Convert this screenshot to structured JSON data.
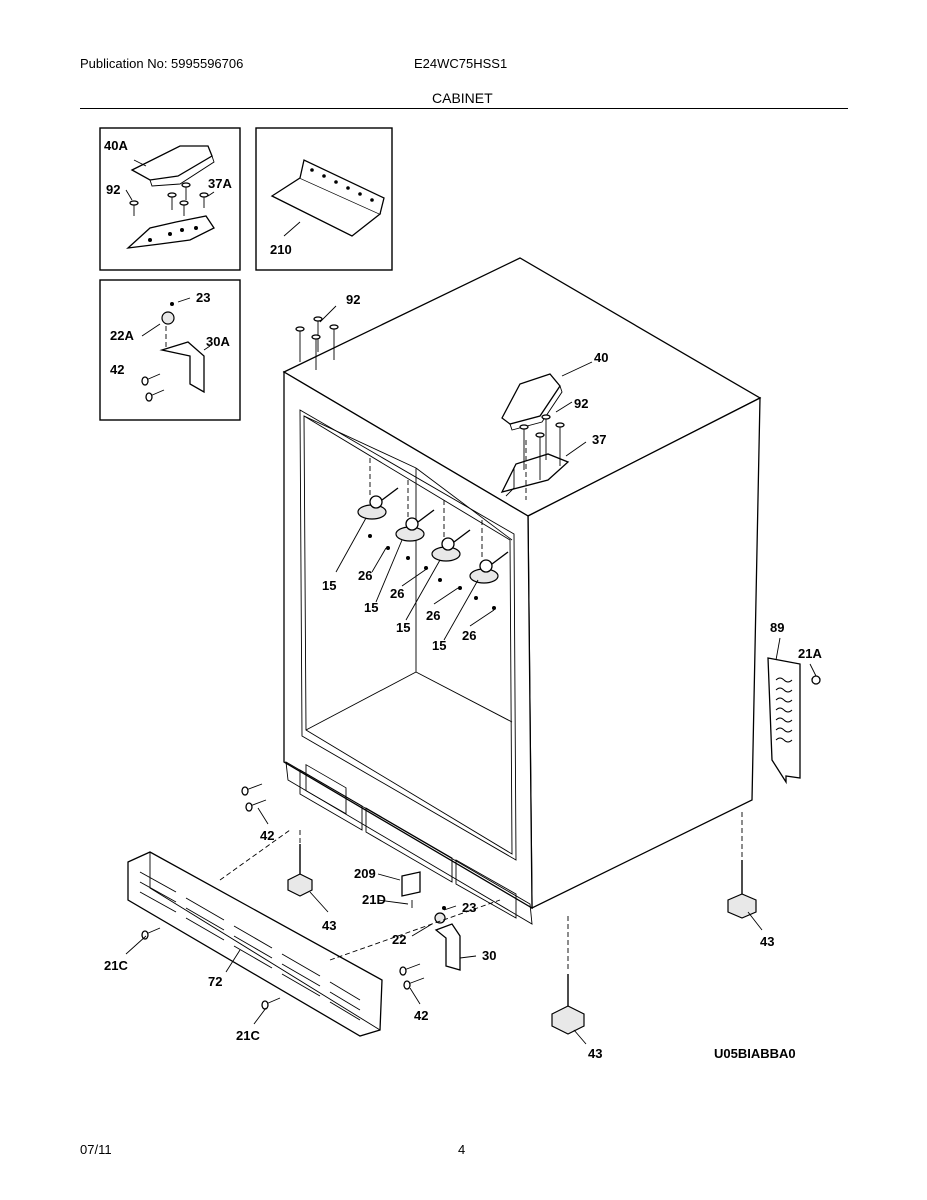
{
  "header": {
    "publication": "Publication No: 5995596706",
    "model": "E24WC75HSS1",
    "section_title": "CABINET"
  },
  "footer": {
    "date": "07/11",
    "page_number": "4"
  },
  "diagram": {
    "image_code": "U05BIABBA0",
    "callouts": {
      "c40A": "40A",
      "c92a": "92",
      "c37A": "37A",
      "c210": "210",
      "c23a": "23",
      "c22A": "22A",
      "c30A": "30A",
      "c42a": "42",
      "c92b": "92",
      "c40": "40",
      "c92c": "92",
      "c37": "37",
      "c15a": "15",
      "c26a": "26",
      "c15b": "15",
      "c26b": "26",
      "c26c": "26",
      "c15c": "15",
      "c26d": "26",
      "c15d": "15",
      "c89": "89",
      "c21A": "21A",
      "c42b": "42",
      "c43a": "43",
      "c209": "209",
      "c21D": "21D",
      "c23b": "23",
      "c22": "22",
      "c30": "30",
      "c42c": "42",
      "c43b": "43",
      "c21Ca": "21C",
      "c72": "72",
      "c21Cb": "21C",
      "c43c": "43"
    }
  }
}
